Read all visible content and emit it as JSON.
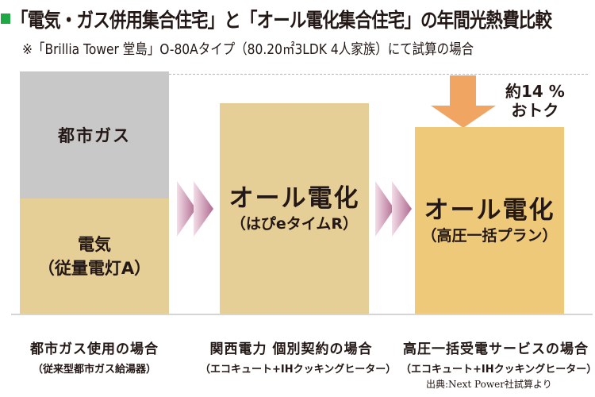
{
  "header": {
    "title": "「電気・ガス併用集合住宅」と「オール電化集合住宅」の年間光熱費比較",
    "subtitle": "※「Brillia Tower 堂島」O-80Aタイプ（80.20㎡3LDK 4人家族）にて試算の場合"
  },
  "bars": {
    "left": {
      "gas_label": "都市ガス",
      "elec_label_1": "電気",
      "elec_label_2": "（従量電灯A）"
    },
    "middle": {
      "label_1": "オール電化",
      "label_2": "（はぴeタイムR）"
    },
    "right": {
      "label_1": "オール電化",
      "label_2": "（高圧一括プラン）"
    }
  },
  "savings_note": {
    "line1": "約14 %",
    "line2": "おトク"
  },
  "categories": {
    "left": {
      "line1": "都市ガス使用の場合",
      "line2": "（従来型都市ガス給湯器）"
    },
    "middle": {
      "line1": "関西電力 個別契約の場合",
      "line2": "（エコキュート+IHクッキングヒーター）"
    },
    "right": {
      "line1": "高圧一括受電サービスの場合",
      "line2": "（エコキュート+IHクッキングヒーター）"
    }
  },
  "source": "出典:Next Power社試算より",
  "colors": {
    "title_mark": "#1fa845",
    "gas": "#c8c8c8",
    "electric": "#e6ce97",
    "bulk_plan": "#efc97a",
    "arrow": "#f0a562",
    "chevron": "#b06a90"
  },
  "chart_data": {
    "type": "bar",
    "title": "「電気・ガス併用集合住宅」と「オール電化集合住宅」の年間光熱費比較",
    "subtitle": "※「Brillia Tower 堂島」O-80Aタイプ（80.20㎡3LDK 4人家族）にて試算の場合",
    "categories": [
      "都市ガス使用の場合",
      "関西電力 個別契約の場合",
      "高圧一括受電サービスの場合"
    ],
    "stacked": true,
    "series": [
      {
        "name": "電気（従量電灯A）",
        "values": [
          145,
          0,
          0
        ]
      },
      {
        "name": "都市ガス",
        "values": [
          160,
          0,
          0
        ]
      },
      {
        "name": "オール電化（はぴeタイムR）",
        "values": [
          0,
          265,
          0
        ]
      },
      {
        "name": "オール電化（高圧一括プラン）",
        "values": [
          0,
          0,
          235
        ]
      }
    ],
    "relative_totals": [
      305,
      265,
      235
    ],
    "annotations": [
      "約14 % おトク"
    ],
    "xlabel": "",
    "ylabel": "",
    "axis_values_shown": false,
    "grid": false,
    "note": "Heights are relative pixel estimates; no numeric axis shown.",
    "source": "出典:Next Power社試算より"
  }
}
